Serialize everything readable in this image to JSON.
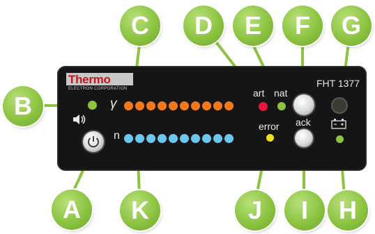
{
  "device": {
    "brand": "Thermo",
    "brand_sub": "ELECTRON CORPORATION",
    "model": "FHT 1377",
    "labels": {
      "gamma": "γ",
      "n": "n",
      "art": "art",
      "nat": "nat",
      "ack": "ack",
      "error": "error"
    },
    "gamma_leds": {
      "count": 10,
      "color": "#f07a1e"
    },
    "n_leds": {
      "count": 10,
      "color": "#6cc7ee"
    },
    "colors": {
      "art_led": "#e5173a",
      "nat_led": "#8cc441",
      "error_led": "#f4e01a",
      "speaker_led": "#8cc441",
      "battery_led": "#8cc441",
      "g_indicator": "#3a3a32",
      "panel": "#151515",
      "callout": "#8cc441"
    }
  },
  "callouts": [
    "A",
    "B",
    "C",
    "D",
    "E",
    "F",
    "G",
    "H",
    "I",
    "J",
    "K"
  ]
}
